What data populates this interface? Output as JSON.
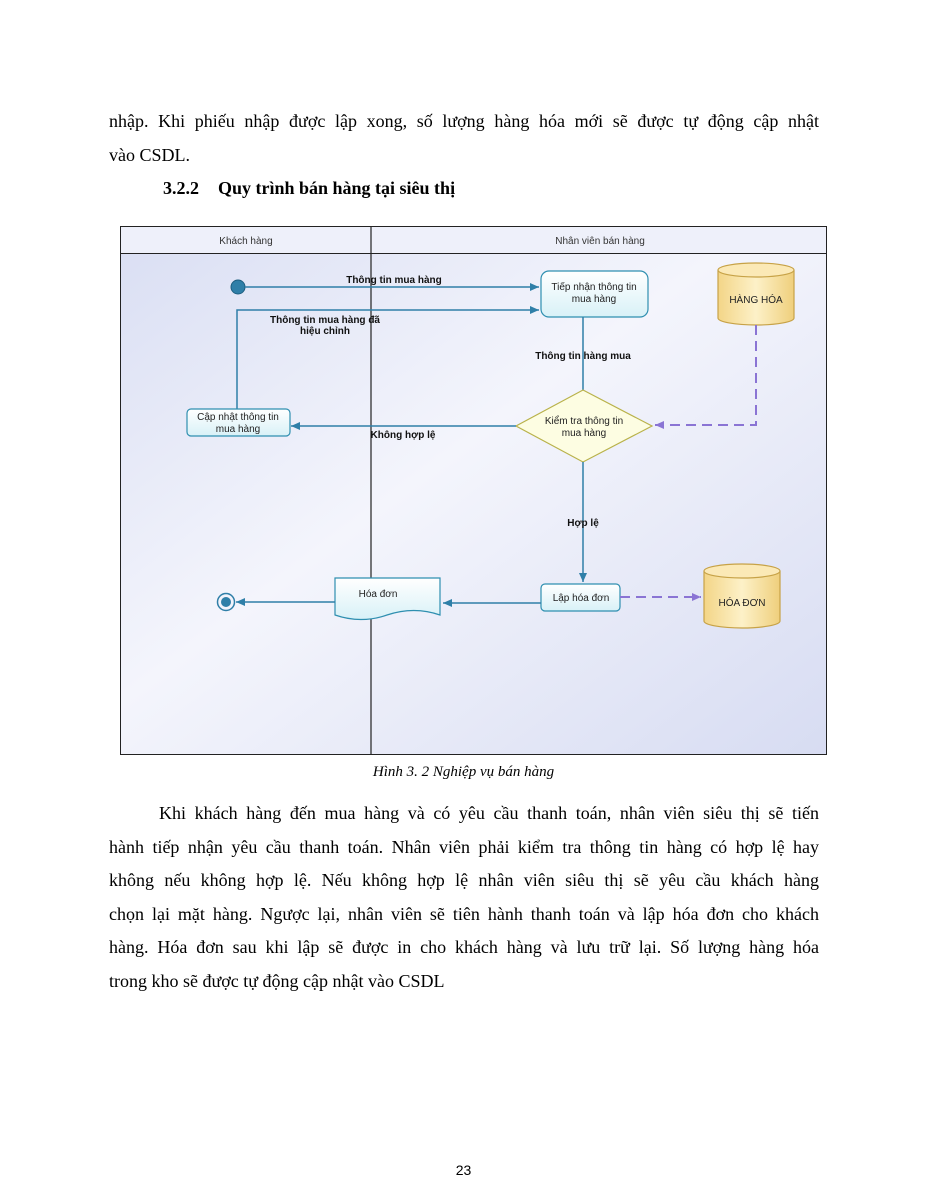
{
  "intro": {
    "line1": "nhập. Khi phiếu nhập được lập xong, số lượng hàng hóa mới sẽ được tự động cập nhật",
    "line2": "vào CSDL."
  },
  "section": {
    "number": "3.2.2",
    "title": "Quy trình bán hàng tại siêu thị"
  },
  "diagram": {
    "lanes": [
      "Khách hàng",
      "Nhân viên bán hàng"
    ],
    "nodes": {
      "receive": [
        "Tiếp nhận thông tin",
        "mua hàng"
      ],
      "update": [
        "Cập nhật thông tin",
        "mua hàng"
      ],
      "check": [
        "Kiểm tra thông tin",
        "mua hàng"
      ],
      "invoice_action": "Lập hóa đơn",
      "invoice_doc": "Hóa đơn",
      "store_goods": "HÀNG HÓA",
      "store_invoice": "HÓA ĐƠN"
    },
    "flows": {
      "purchase_info": "Thông tin mua hàng",
      "corrected_info": [
        "Thông tin mua hàng đã",
        "hiệu chỉnh"
      ],
      "goods_info": "Thông tin hàng mua",
      "invalid": "Không hợp lệ",
      "valid": "Hợp lệ"
    },
    "colors": {
      "lane_bg": "#e3e7f6",
      "line": "#2f7fa8",
      "node_fill": "#eaf8fb",
      "decision_fill": "#fdfde2",
      "store_fill": "#f8e3a4",
      "dashed": "#8a74d4"
    }
  },
  "caption": "Hình 3. 2 Nghiệp vụ bán hàng",
  "body": [
    "Khi khách hàng đến mua hàng và có yêu cầu thanh toán, nhân viên siêu thị sẽ tiến",
    "hành tiếp nhận yêu cầu thanh toán. Nhân viên phải kiểm tra thông tin hàng có hợp lệ hay",
    "không nếu không hợp lệ. Nếu không hợp lệ nhân viên siêu thị sẽ yêu cầu khách hàng",
    "chọn lại mặt hàng. Ngược lại, nhân viên sẽ tiên hành thanh toán và lập hóa đơn cho khách",
    "hàng. Hóa đơn sau khi lập sẽ được in cho khách hàng và lưu trữ lại. Số lượng hàng hóa",
    "trong kho sẽ được tự động cập nhật vào CSDL"
  ],
  "page_number": "23"
}
